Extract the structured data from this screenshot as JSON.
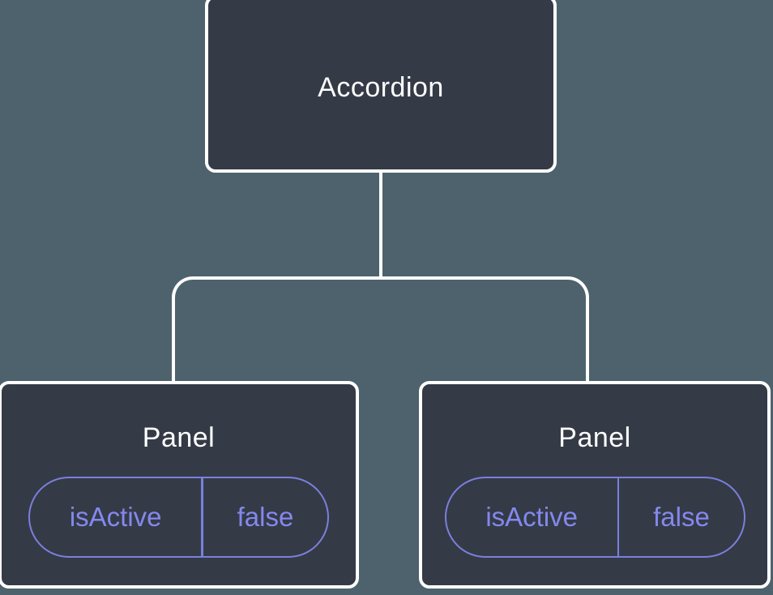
{
  "diagram": {
    "type": "component-tree",
    "root": {
      "label": "Accordion"
    },
    "children": [
      {
        "label": "Panel",
        "state": {
          "name": "isActive",
          "value": "false"
        }
      },
      {
        "label": "Panel",
        "state": {
          "name": "isActive",
          "value": "false"
        }
      }
    ],
    "colors": {
      "background": "#4D626C",
      "node_fill": "#343B46",
      "node_border": "#FFFFFF",
      "node_text": "#FFFFFF",
      "connector": "#FFFFFF",
      "state_pill_border": "#7B7FDD",
      "state_pill_text": "#8488EF"
    }
  }
}
